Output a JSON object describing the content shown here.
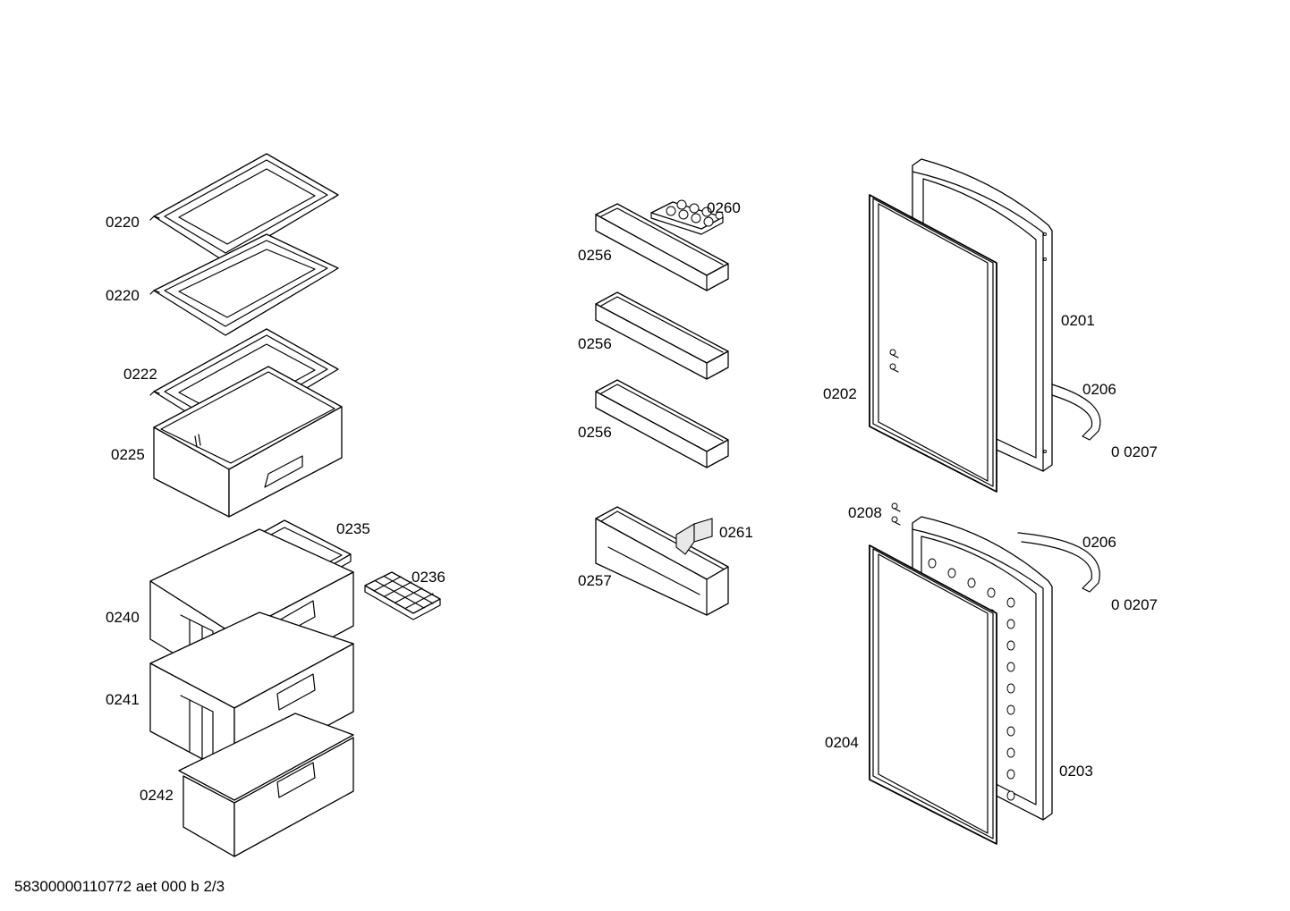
{
  "labels": {
    "l0220a": "0220",
    "l0220b": "0220",
    "l0222": "0222",
    "l0225": "0225",
    "l0235": "0235",
    "l0236": "0236",
    "l0240": "0240",
    "l0241": "0241",
    "l0242": "0242",
    "l0260": "0260",
    "l0256a": "0256",
    "l0256b": "0256",
    "l0256c": "0256",
    "l0261": "0261",
    "l0257": "0257",
    "l0201": "0201",
    "l0202": "0202",
    "l0206a": "0206",
    "l0207a": "0 0207",
    "l0208": "0208",
    "l0206b": "0206",
    "l0207b": "0 0207",
    "l0204": "0204",
    "l0203": "0203"
  },
  "footer": {
    "drawing_id": "58300000110772 aet 000 b 2/3"
  }
}
